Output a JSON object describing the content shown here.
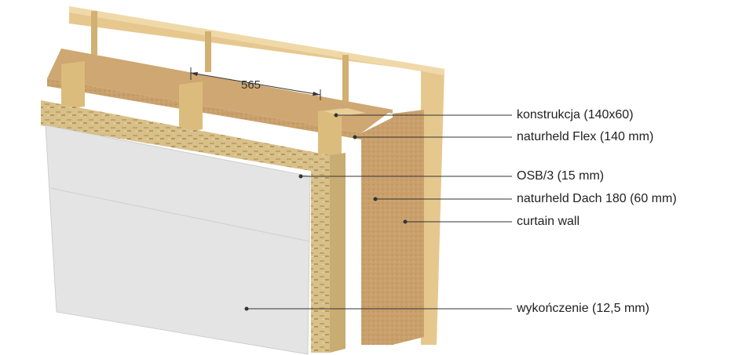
{
  "dimension": {
    "value": "565"
  },
  "labels": [
    {
      "id": "konstrukcja",
      "text": "konstrukcja (140x60)"
    },
    {
      "id": "flex",
      "text": "naturheld Flex (140 mm)"
    },
    {
      "id": "osb",
      "text": "OSB/3 (15 mm)"
    },
    {
      "id": "dach",
      "text": "naturheld Dach 180 (60 mm)"
    },
    {
      "id": "curtain",
      "text": "curtain wall"
    },
    {
      "id": "wykonczenie",
      "text": "wykończenie (12,5 mm)"
    }
  ],
  "colors": {
    "wood_board": "#e6c88e",
    "wood_stud": "#dcbc7c",
    "fibre_insulation": "#c9a06c",
    "osb": "#d8c08a",
    "gypsum": "#e4e4e4",
    "leader_line": "#333333"
  }
}
